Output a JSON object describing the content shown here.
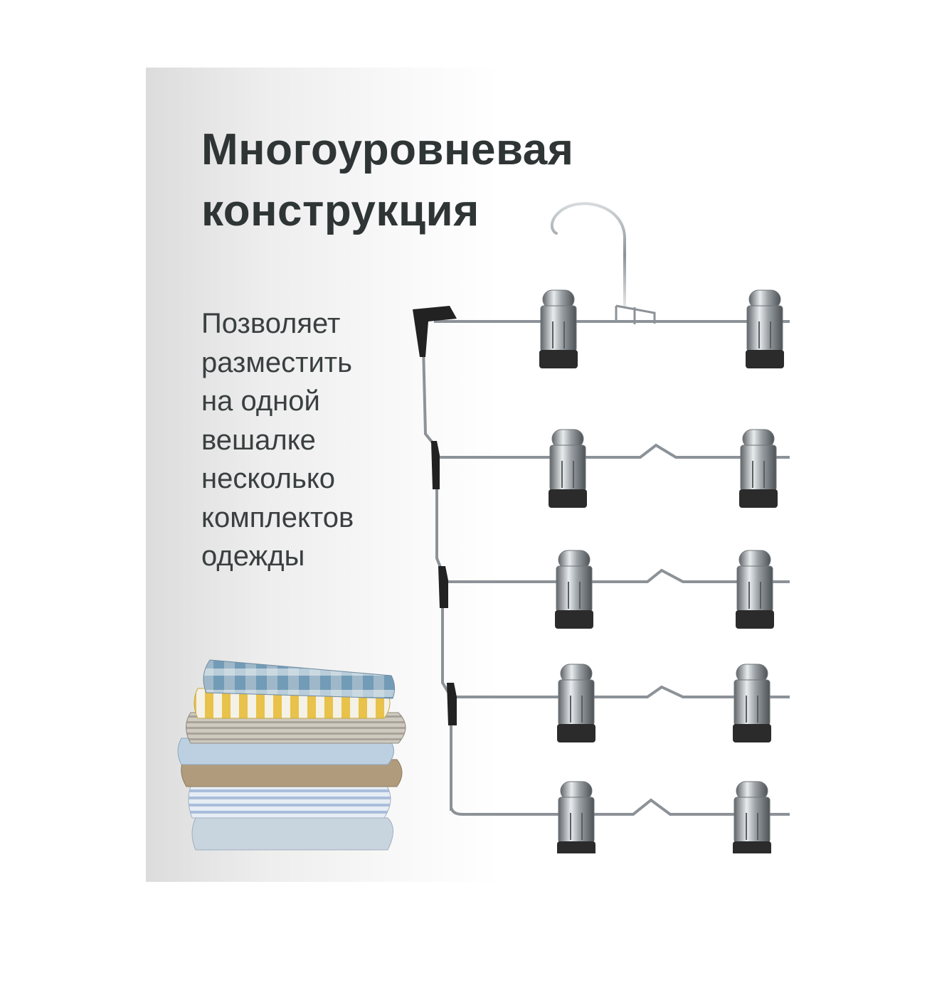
{
  "headline": {
    "line1": "Многоуровневая",
    "line2": "конструкция"
  },
  "description": {
    "lines": [
      "Позволяет",
      "разместить",
      "на одной",
      "вешалке",
      "несколько",
      "комплектов",
      "одежды"
    ]
  },
  "illustration": {
    "hanger": "multi-tier-clip-hanger-icon",
    "clothes": "folded-clothes-stack-icon",
    "tiers": 5,
    "clips_per_tier": 2
  },
  "colors": {
    "heading": "#2f3535",
    "text": "#3a3f40",
    "chrome": "#9aa0a4",
    "clip_base": "#2b2b2b"
  }
}
